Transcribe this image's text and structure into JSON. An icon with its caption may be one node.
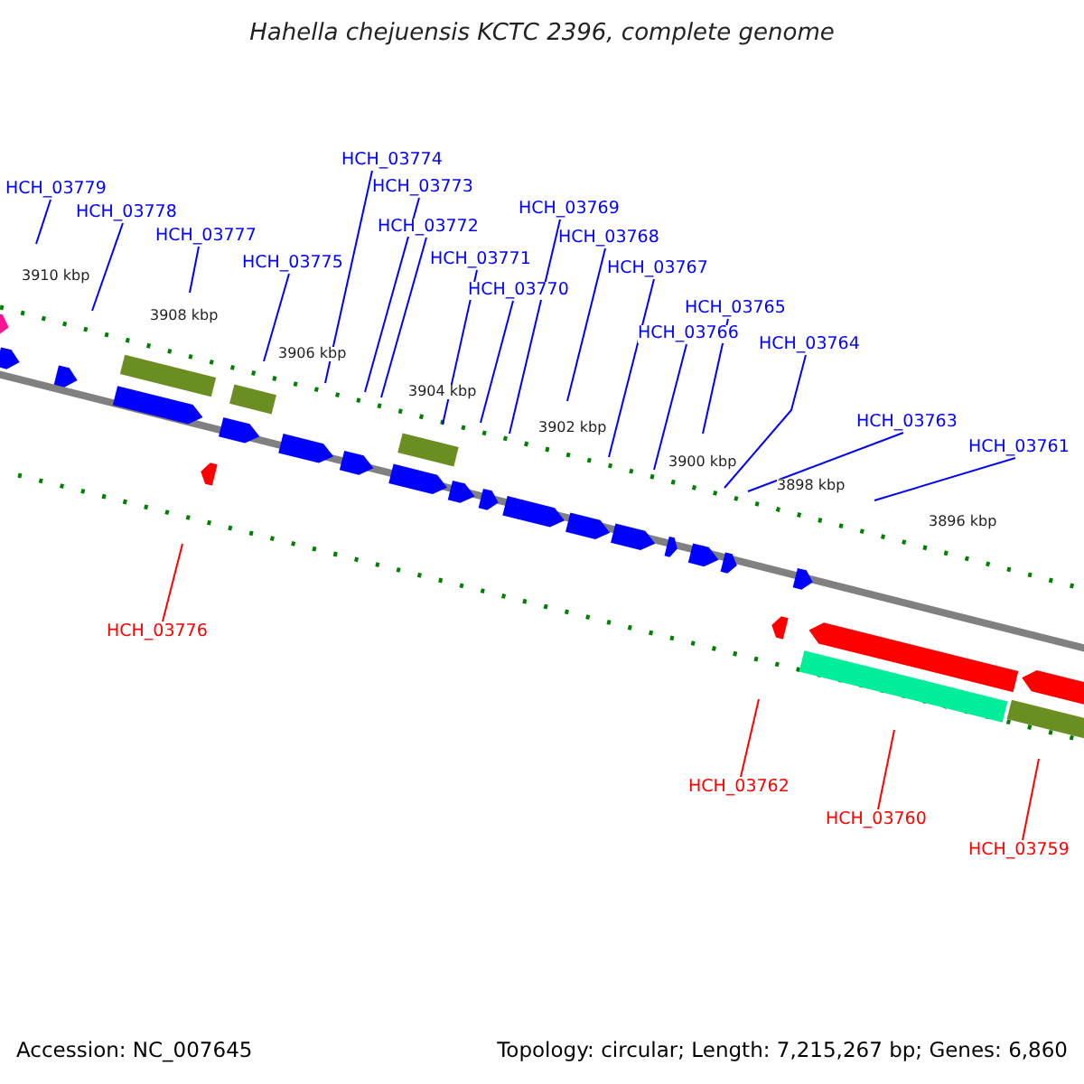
{
  "diagram": {
    "title": "Hahella chejuensis KCTC 2396, complete genome",
    "nodes": [
      {
        "text": [
          "HCH_03779"
        ]
      },
      {
        "text": [
          "HCH_03778"
        ]
      },
      {
        "text": [
          "HCH_03777"
        ]
      },
      {
        "text": [
          "HCH_03775"
        ]
      },
      {
        "text": [
          "HCH_03774"
        ]
      },
      {
        "text": [
          "HCH_03773"
        ]
      },
      {
        "text": [
          "HCH_03772"
        ]
      },
      {
        "text": [
          "HCH_03771"
        ]
      },
      {
        "text": [
          "HCH_03770"
        ]
      },
      {
        "text": [
          "HCH_03769"
        ]
      },
      {
        "text": [
          "HCH_03768"
        ]
      },
      {
        "text": [
          "HCH_03767"
        ]
      },
      {
        "text": [
          "HCH_03766"
        ]
      },
      {
        "text": [
          "HCH_03765"
        ]
      },
      {
        "text": [
          "HCH_03764"
        ]
      },
      {
        "text": [
          "HCH_03763"
        ]
      },
      {
        "text": [
          "HCH_03761"
        ]
      },
      {
        "text": [
          "HCH_03776"
        ]
      },
      {
        "text": [
          "HCH_03762"
        ]
      },
      {
        "text": [
          "HCH_03760"
        ]
      },
      {
        "text": [
          "HCH_03759"
        ]
      }
    ],
    "edges": [
      {
        "from": 0,
        "to": null,
        "arrow": "none"
      },
      {
        "from": 1,
        "to": null,
        "arrow": "none"
      },
      {
        "from": 2,
        "to": null,
        "arrow": "none"
      },
      {
        "from": 3,
        "to": null,
        "arrow": "none"
      },
      {
        "from": 4,
        "to": null,
        "arrow": "none"
      },
      {
        "from": 5,
        "to": null,
        "arrow": "none"
      },
      {
        "from": 6,
        "to": null,
        "arrow": "none"
      },
      {
        "from": 7,
        "to": null,
        "arrow": "none"
      },
      {
        "from": 8,
        "to": null,
        "arrow": "none"
      },
      {
        "from": 9,
        "to": null,
        "arrow": "none"
      },
      {
        "from": 10,
        "to": null,
        "arrow": "none"
      },
      {
        "from": 11,
        "to": null,
        "arrow": "none"
      },
      {
        "from": 12,
        "to": null,
        "arrow": "none"
      },
      {
        "from": 13,
        "to": null,
        "arrow": "none"
      },
      {
        "from": 14,
        "to": null,
        "arrow": "none"
      },
      {
        "from": 15,
        "to": null,
        "arrow": "none"
      },
      {
        "from": 16,
        "to": null,
        "arrow": "none"
      },
      {
        "from": 17,
        "to": null,
        "arrow": "none",
        "color": "#ff0000"
      },
      {
        "from": 18,
        "to": null,
        "arrow": "none",
        "color": "#ff0000"
      },
      {
        "from": 19,
        "to": null,
        "arrow": "none",
        "color": "#ff0000"
      },
      {
        "from": 20,
        "to": null,
        "arrow": "none",
        "color": "#ff0000"
      }
    ],
    "labels": [
      "3910 kbp",
      "3908 kbp",
      "3906 kbp",
      "3904 kbp",
      "3902 kbp",
      "3900 kbp",
      "3898 kbp",
      "3896 kbp",
      "Accession: NC_007645",
      "Topology: circular; Length: 7,215,267 bp; Genes: 6,860"
    ]
  }
}
